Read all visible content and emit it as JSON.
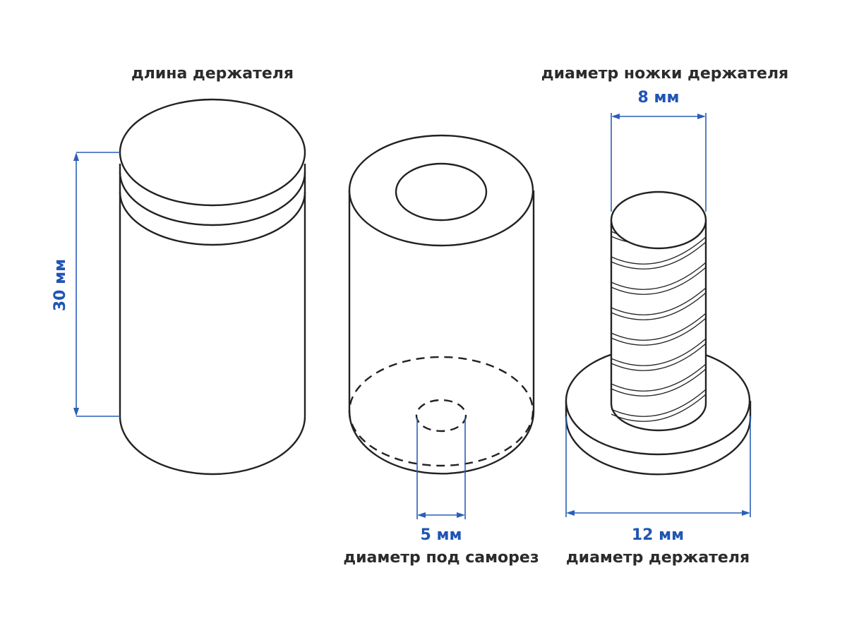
{
  "colors": {
    "outline": "#222222",
    "dimension": "#2a5fb8",
    "dimension_text": "#1f55b5",
    "caption_text": "#2b2b2b",
    "background": "#ffffff"
  },
  "parts": {
    "holder_body": {
      "caption": "длина держателя",
      "dimension_label": "30 мм"
    },
    "holder_sleeve": {
      "caption": "диаметр под саморез",
      "dimension_label": "5 мм"
    },
    "holder_screw": {
      "leg_caption": "диаметр ножки держателя",
      "leg_dimension_label": "8 мм",
      "base_caption": "диаметр держателя",
      "base_dimension_label": "12 мм"
    }
  }
}
